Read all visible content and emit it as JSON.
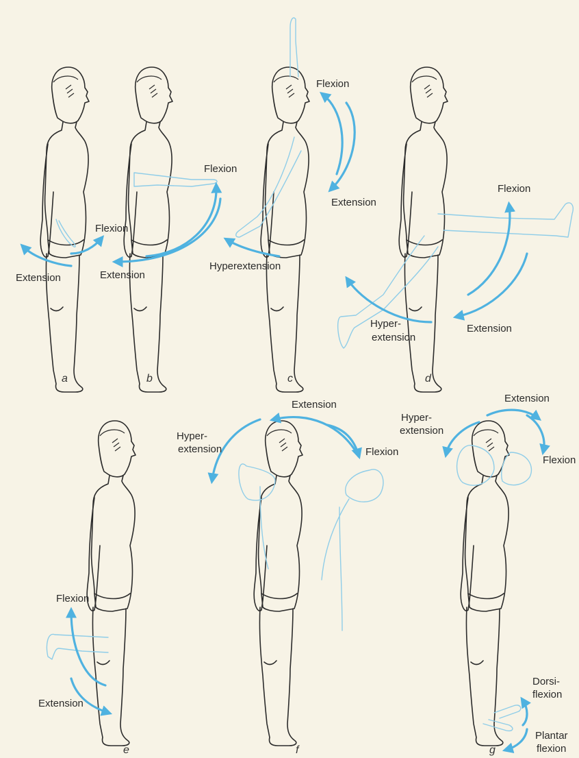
{
  "panels": {
    "a": {
      "caption": "a",
      "flexion": "Flexion",
      "extension": "Extension"
    },
    "b": {
      "caption": "b",
      "flexion": "Flexion",
      "extension": "Extension"
    },
    "c": {
      "caption": "c",
      "flexion": "Flexion",
      "extension": "Extension",
      "hyperextension": "Hyperextension"
    },
    "d": {
      "caption": "d",
      "flexion": "Flexion",
      "extension": "Extension",
      "hyper1": "Hyper-",
      "hyper2": "extension"
    },
    "e": {
      "caption": "e",
      "flexion": "Flexion",
      "extension": "Extension"
    },
    "f": {
      "caption": "f",
      "flexion": "Flexion",
      "extension": "Extension",
      "hyper1": "Hyper-",
      "hyper2": "extension"
    },
    "g": {
      "caption": "g",
      "flexion": "Flexion",
      "extension": "Extension",
      "hyper1": "Hyper-",
      "hyper2": "extension",
      "dorsi1": "Dorsi-",
      "dorsi2": "flexion",
      "plantar1": "Plantar",
      "plantar2": "flexion"
    }
  },
  "colors": {
    "arrow": "#4fb2e0",
    "ghost_limb": "#8fcde8",
    "outline": "#2b2b2b",
    "paper": "#f7f3e6"
  }
}
